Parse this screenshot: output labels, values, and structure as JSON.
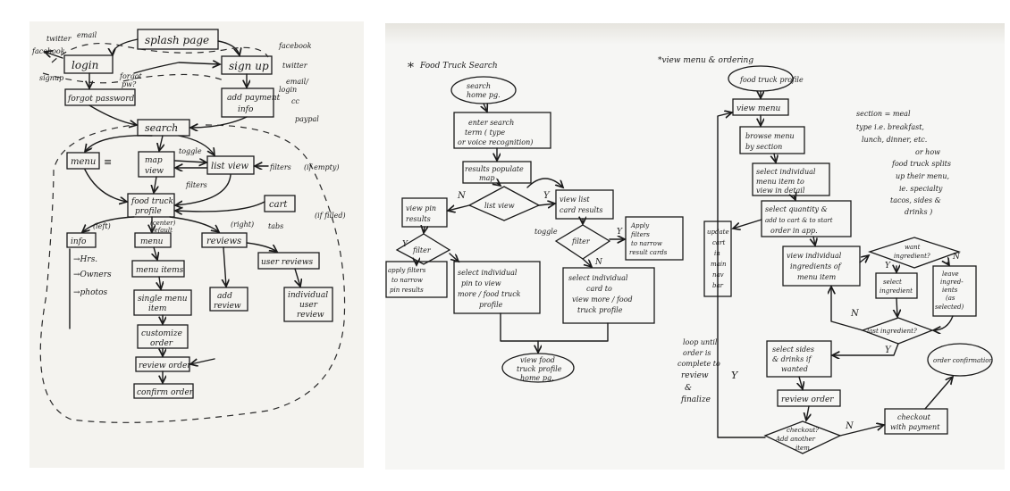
{
  "left": {
    "splash_page": "splash page",
    "login": "login",
    "sign_up": "sign up",
    "forgot_password": "forgot password",
    "add_payment_info": [
      "add payment",
      "info"
    ],
    "search": "search",
    "menu": "menu",
    "map_view": [
      "map",
      "view"
    ],
    "list_view": "list view",
    "cart": "cart",
    "profile": [
      "food truck",
      "profile"
    ],
    "info": "info",
    "info_items": [
      "→Hrs.",
      "→Owners",
      "→photos"
    ],
    "menu2": "menu",
    "reviews": "reviews",
    "menu_items": "menu items",
    "single_menu_item": [
      "single menu",
      "item"
    ],
    "customize_order": [
      "customize",
      "order"
    ],
    "review_order": "review order",
    "confirm_order": "confirm order",
    "add_review": [
      "add",
      "review"
    ],
    "user_reviews": "user reviews",
    "individual_user_review": [
      "individual",
      "user",
      "review"
    ],
    "notes": {
      "twitter": "twitter",
      "email": "email",
      "facebook": "facebook",
      "signup": "signup",
      "forgot_pw": [
        "forgot",
        "pw?"
      ],
      "facebook_r": "facebook",
      "twitter_r": "twitter",
      "email_r": "email/",
      "login_r": "login",
      "cc": "cc",
      "paypal": "paypal",
      "toggle": "toggle",
      "filters_side": "filters",
      "filters_below": "filters",
      "if_empty": "(if empty)",
      "if_filled": "(if filled)",
      "tabs": "tabs",
      "left_tab": "(left)",
      "center_tab": [
        "(center)",
        "default"
      ],
      "right_tab": "(right)",
      "menu_symbol": "≡"
    }
  },
  "right": {
    "title_search": "Food Truck Search",
    "title_menu": "*view menu & ordering",
    "search_home": [
      "search",
      "home pg."
    ],
    "enter_search": [
      "enter search",
      "term ( type",
      "or voice recognition)"
    ],
    "results_populate": [
      "results populate",
      "map"
    ],
    "list_view_q": "list view",
    "view_pin_results": [
      "view pin",
      "results"
    ],
    "view_list_results": [
      "view list",
      "card results"
    ],
    "filter_left": "filter",
    "filter_right": "filter",
    "apply_filters_pin": [
      "apply filters",
      "to narrow",
      "pin results"
    ],
    "apply_filters_list": [
      "Apply",
      "filters",
      "to narrow",
      "result cards"
    ],
    "select_pin": [
      "select individual",
      "pin to view",
      "more / food truck",
      "profile"
    ],
    "select_card": [
      "select individual",
      "card to",
      "view more / food",
      "truck profile"
    ],
    "view_profile": [
      "view food",
      "truck profile",
      "home pg."
    ],
    "toggle": "toggle",
    "N": "N",
    "Y": "Y",
    "food_truck_profile": "food truck profile",
    "view_menu": "view menu",
    "browse_menu": [
      "browse menu",
      "by section"
    ],
    "select_item": [
      "select individual",
      "menu item to",
      "view in detail"
    ],
    "select_quantity": [
      "select quantity &",
      "add to cart & to start",
      "order in app."
    ],
    "view_ingredients": [
      "view individual",
      "ingredients of",
      "menu item"
    ],
    "want_ingredient": [
      "want",
      "ingredient?"
    ],
    "select_ingredient": [
      "select",
      "ingredient"
    ],
    "leave_ingredient": [
      "leave",
      "ingred-",
      "ients",
      "(as",
      "selected)"
    ],
    "last_ingredient": "last ingredient?",
    "update_cart": [
      "update",
      "cart",
      "in",
      "main",
      "nav",
      "bar"
    ],
    "select_sides": [
      "select sides",
      "& drinks if",
      "wanted"
    ],
    "review_order": "review order",
    "checkout_q": [
      "checkout?",
      "Add another",
      "item"
    ],
    "checkout_with_payment": [
      "checkout",
      "with payment"
    ],
    "order_confirmation": "order confirmation",
    "loop_note": [
      "loop until",
      "order is",
      "complete to",
      "review",
      "&",
      "finalize"
    ],
    "section_note": [
      "section = meal",
      "type i.e. breakfast,",
      "lunch, dinner, etc.",
      "or how",
      "food truck splits",
      "up their menu,",
      "ie. specialty",
      "tacos, sides &",
      "drinks )"
    ]
  }
}
